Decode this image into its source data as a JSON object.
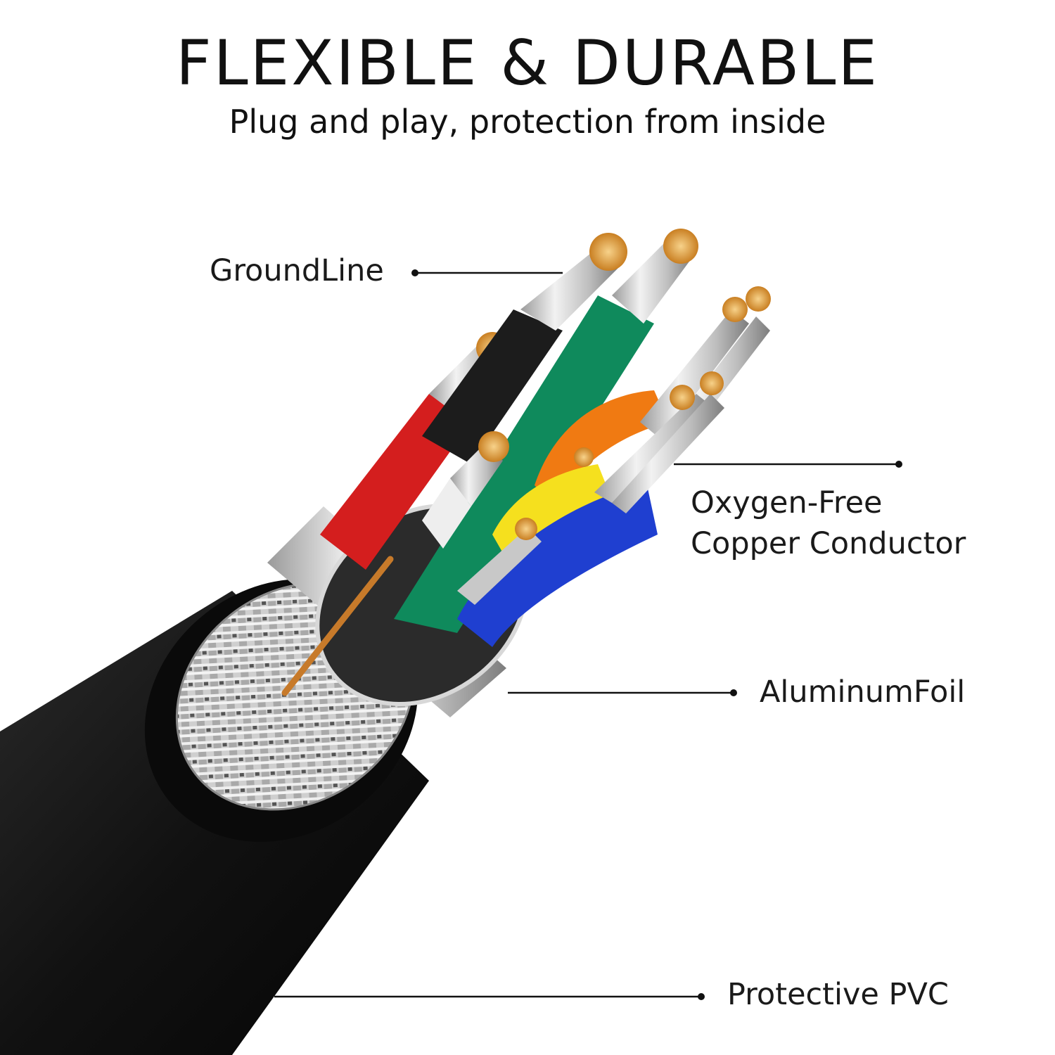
{
  "header": {
    "title": "FLEXIBLE & DURABLE",
    "subtitle": "Plug and play, protection from inside"
  },
  "callouts": {
    "ground_line": "GroundLine",
    "copper_line1": "Oxygen-Free",
    "copper_line2": "Copper Conductor",
    "aluminum_foil": "AluminumFoil",
    "protective_pvc": "Protective PVC"
  },
  "colors": {
    "jacket": "#111111",
    "wire_black": "#1c1c1c",
    "wire_green": "#0f8a5c",
    "wire_red": "#d41e1e",
    "wire_white": "#eeeeee",
    "wire_orange": "#f07a12",
    "wire_yellow": "#f5e01e",
    "wire_blue": "#1f3fd0",
    "copper": "#e8a84a",
    "braid": "#b9b9b9"
  }
}
